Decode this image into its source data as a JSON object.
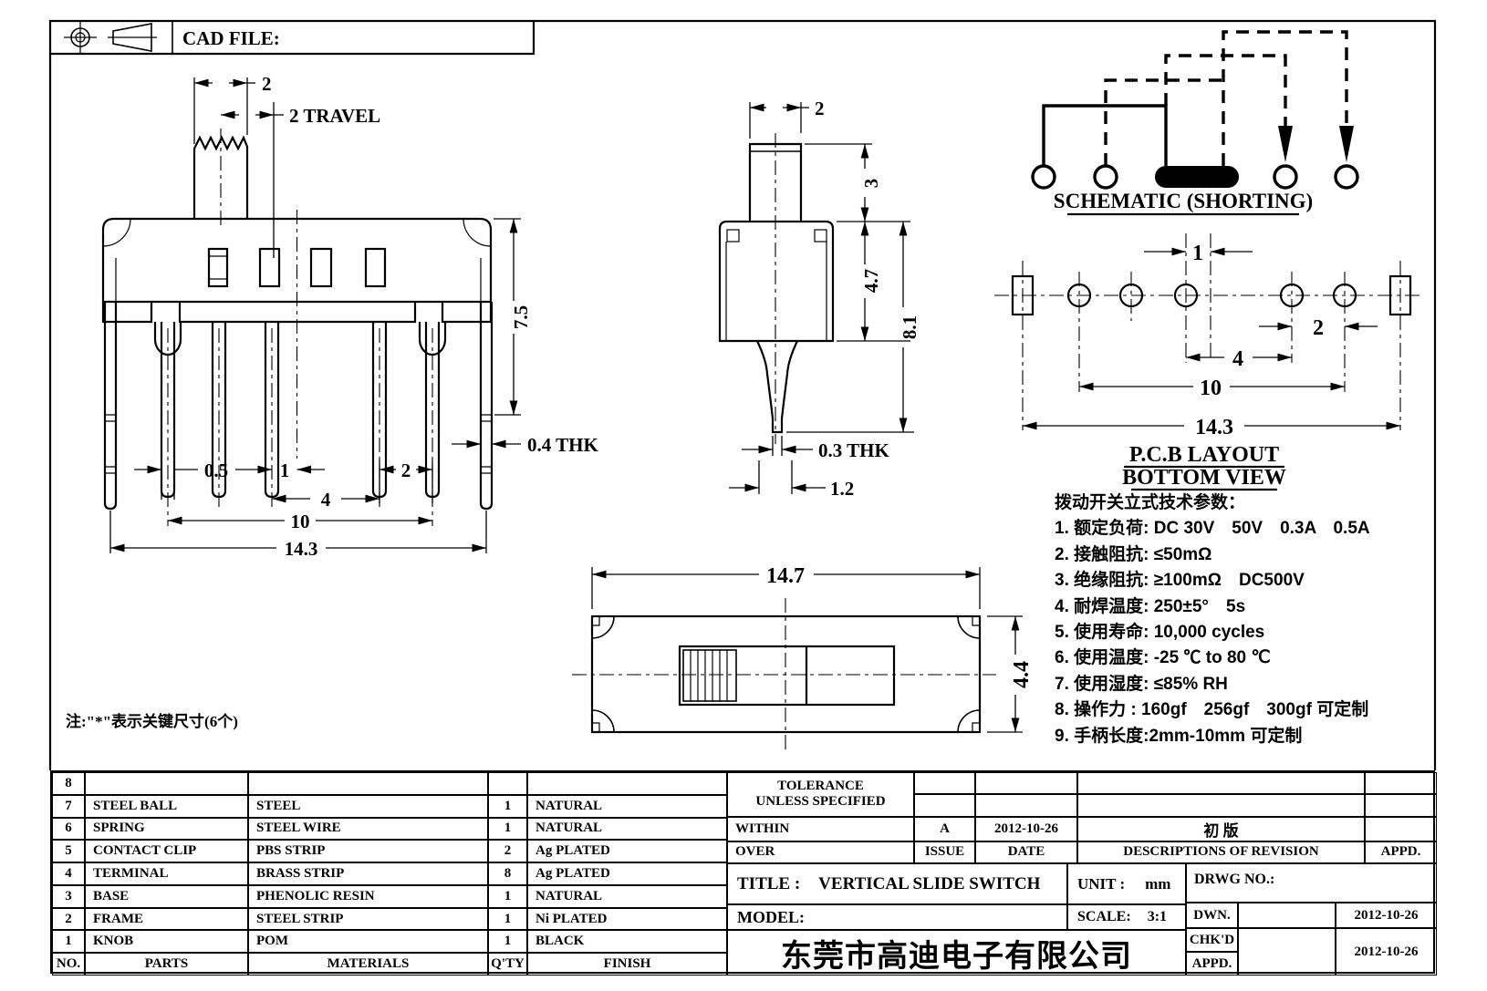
{
  "sheet": {
    "cad_file_label": "CAD FILE:"
  },
  "front_view": {
    "dim_knob_width": "2",
    "dim_travel": "2 TRAVEL",
    "dim_height": "7.5",
    "dim_pin_width": "0.5",
    "dim_one": "1",
    "dim_two": "2",
    "dim_four": "4",
    "dim_ten": "10",
    "dim_overall": "14.3",
    "dim_thk": "0.4 THK"
  },
  "side_view": {
    "dim_width": "2",
    "dim_knob_h": "3",
    "dim_body_h": "4.7",
    "dim_total_h": "8.1",
    "dim_thk": "0.3 THK",
    "dim_tip": "1.2"
  },
  "schematic": {
    "title": "SCHEMATIC (SHORTING)"
  },
  "pcb": {
    "dim_one": "1",
    "dim_two": "2",
    "dim_four": "4",
    "dim_ten": "10",
    "dim_overall": "14.3",
    "title_line1": "P.C.B LAYOUT",
    "title_line2": "BOTTOM VIEW"
  },
  "top_view": {
    "dim_width": "14.7",
    "dim_height": "4.4"
  },
  "specs": {
    "title": "拨动开关立式技术参数：",
    "items": [
      "1. 额定负荷: DC 30V　50V　0.3A　0.5A",
      "2. 接触阻抗: ≤50mΩ",
      "3. 绝缘阻抗: ≥100mΩ　DC500V",
      "4. 耐焊温度: 250±5°　5s",
      "5. 使用寿命: 10,000 cycles",
      "6. 使用温度: -25 ℃ to 80 ℃",
      "7. 使用湿度: ≤85% RH",
      "8. 操作力 : 160gf　256gf　300gf 可定制",
      "9. 手柄长度:2mm-10mm 可定制"
    ]
  },
  "note": "注:\"*\"表示关键尺寸(6个)",
  "parts_table": {
    "headers": {
      "no": "NO.",
      "parts": "PARTS",
      "materials": "MATERIALS",
      "qty": "Q'TY",
      "finish": "FINISH"
    },
    "rows": [
      {
        "no": "8",
        "parts": "",
        "materials": "",
        "qty": "",
        "finish": ""
      },
      {
        "no": "7",
        "parts": "STEEL BALL",
        "materials": "STEEL",
        "qty": "1",
        "finish": "NATURAL"
      },
      {
        "no": "6",
        "parts": "SPRING",
        "materials": "STEEL WIRE",
        "qty": "1",
        "finish": "NATURAL"
      },
      {
        "no": "5",
        "parts": "CONTACT CLIP",
        "materials": "PBS STRIP",
        "qty": "2",
        "finish": "Ag PLATED"
      },
      {
        "no": "4",
        "parts": "TERMINAL",
        "materials": "BRASS STRIP",
        "qty": "8",
        "finish": "Ag PLATED"
      },
      {
        "no": "3",
        "parts": "BASE",
        "materials": "PHENOLIC RESIN",
        "qty": "1",
        "finish": "NATURAL"
      },
      {
        "no": "2",
        "parts": "FRAME",
        "materials": "STEEL STRIP",
        "qty": "1",
        "finish": "Ni PLATED"
      },
      {
        "no": "1",
        "parts": "KNOB",
        "materials": "POM",
        "qty": "1",
        "finish": "BLACK"
      }
    ]
  },
  "revision_block": {
    "tolerance_line1": "TOLERANCE",
    "tolerance_line2": "UNLESS  SPECIFIED",
    "within": "WITHIN",
    "over": "OVER",
    "issue_value": "A",
    "issue_label": "ISSUE",
    "date_value": "2012-10-26",
    "date_label": "DATE",
    "revision_value": "初  版",
    "revision_label": "DESCRIPTIONS OF REVISION",
    "appd_label": "APPD."
  },
  "title_block": {
    "title_label": "TITLE :",
    "title_value": "VERTICAL SLIDE SWITCH",
    "unit_label": "UNIT :",
    "unit_value": "mm",
    "model_label": "MODEL:",
    "scale_label": "SCALE:",
    "scale_value": "3:1",
    "drwg_label": "DRWG NO.:",
    "dwn_label": "DWN.",
    "chkd_label": "CHK'D",
    "appd_label": "APPD.",
    "dwn_date": "2012-10-26",
    "chkd_date": "2012-10-26",
    "company": "东莞市高迪电子有限公司"
  }
}
